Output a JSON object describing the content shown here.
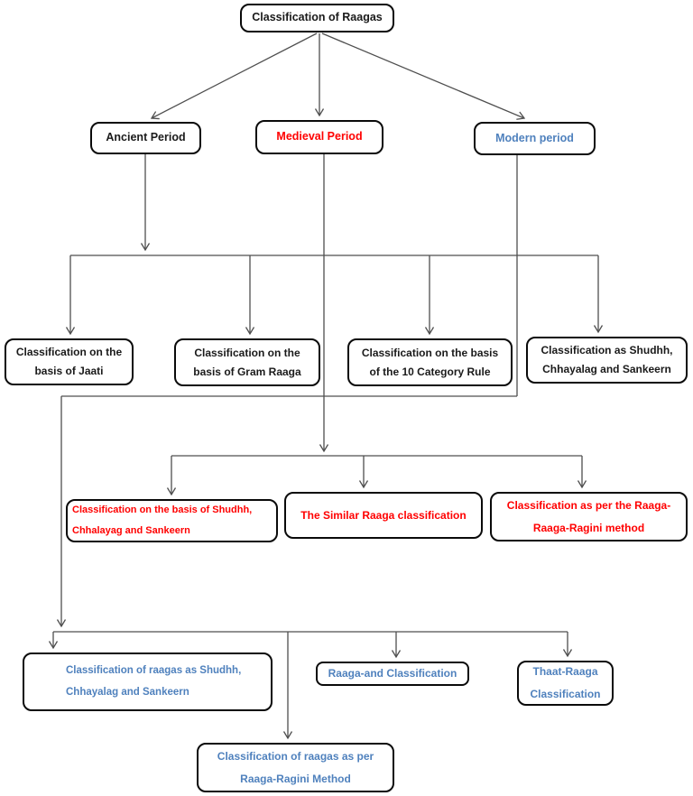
{
  "diagram": {
    "title": "Classification of Raagas",
    "colors": {
      "black_text": "#1A1A1A",
      "red_text": "#FF0000",
      "blue_text": "#4F81BD",
      "box_border": "#0A0A0A",
      "connector": "#4F4F4F",
      "background": "#FFFFFF"
    },
    "nodes": {
      "root": {
        "label": "Classification of Raagas",
        "color": "black"
      },
      "ancient": {
        "label": "Ancient Period",
        "color": "black"
      },
      "medieval": {
        "label": "Medieval Period",
        "color": "red"
      },
      "modern": {
        "label": "Modern period",
        "color": "blue"
      },
      "jaati": {
        "label": "Classification on the\nbasis of Jaati",
        "color": "black"
      },
      "gram_raaga": {
        "label": "Classification on the\nbasis of Gram Raaga",
        "color": "black"
      },
      "category_rule": {
        "label": "Classification on the basis\nof the 10 Category Rule",
        "color": "black"
      },
      "shudhh_ancient": {
        "label": "Classification as Shudhh,\nChhayalag and Sankeern",
        "color": "black"
      },
      "red_shudhh": {
        "label": "Classification on the basis of Shudhh,\nChhalayag and Sankeern",
        "color": "red"
      },
      "red_similar": {
        "label": "The Similar Raaga classification",
        "color": "red"
      },
      "red_ragini": {
        "label": "Classification as per the Raaga-\nRaaga-Ragini method",
        "color": "red"
      },
      "blue_shudhh": {
        "label": "Classification of raagas as Shudhh,\nChhayalag and Sankeern",
        "color": "blue"
      },
      "blue_raaga_and": {
        "label": "Raaga-and Classification",
        "color": "blue"
      },
      "blue_thaat": {
        "label": "Thaat-Raaga\nClassification",
        "color": "blue"
      },
      "blue_ragini": {
        "label": "Classification of raagas as per\nRaaga-Ragini Method",
        "color": "blue"
      }
    },
    "edges": [
      {
        "from": "root",
        "to": "ancient"
      },
      {
        "from": "root",
        "to": "medieval"
      },
      {
        "from": "root",
        "to": "modern"
      },
      {
        "from": "ancient",
        "to": "jaati"
      },
      {
        "from": "ancient",
        "to": "gram_raaga"
      },
      {
        "from": "ancient",
        "to": "category_rule"
      },
      {
        "from": "ancient",
        "to": "shudhh_ancient"
      },
      {
        "from": "medieval",
        "to": "red_shudhh"
      },
      {
        "from": "medieval",
        "to": "red_similar"
      },
      {
        "from": "medieval",
        "to": "red_ragini"
      },
      {
        "from": "modern",
        "to": "blue_shudhh"
      },
      {
        "from": "modern",
        "to": "blue_raaga_and"
      },
      {
        "from": "modern",
        "to": "blue_thaat"
      },
      {
        "from": "modern",
        "to": "blue_ragini"
      }
    ]
  }
}
